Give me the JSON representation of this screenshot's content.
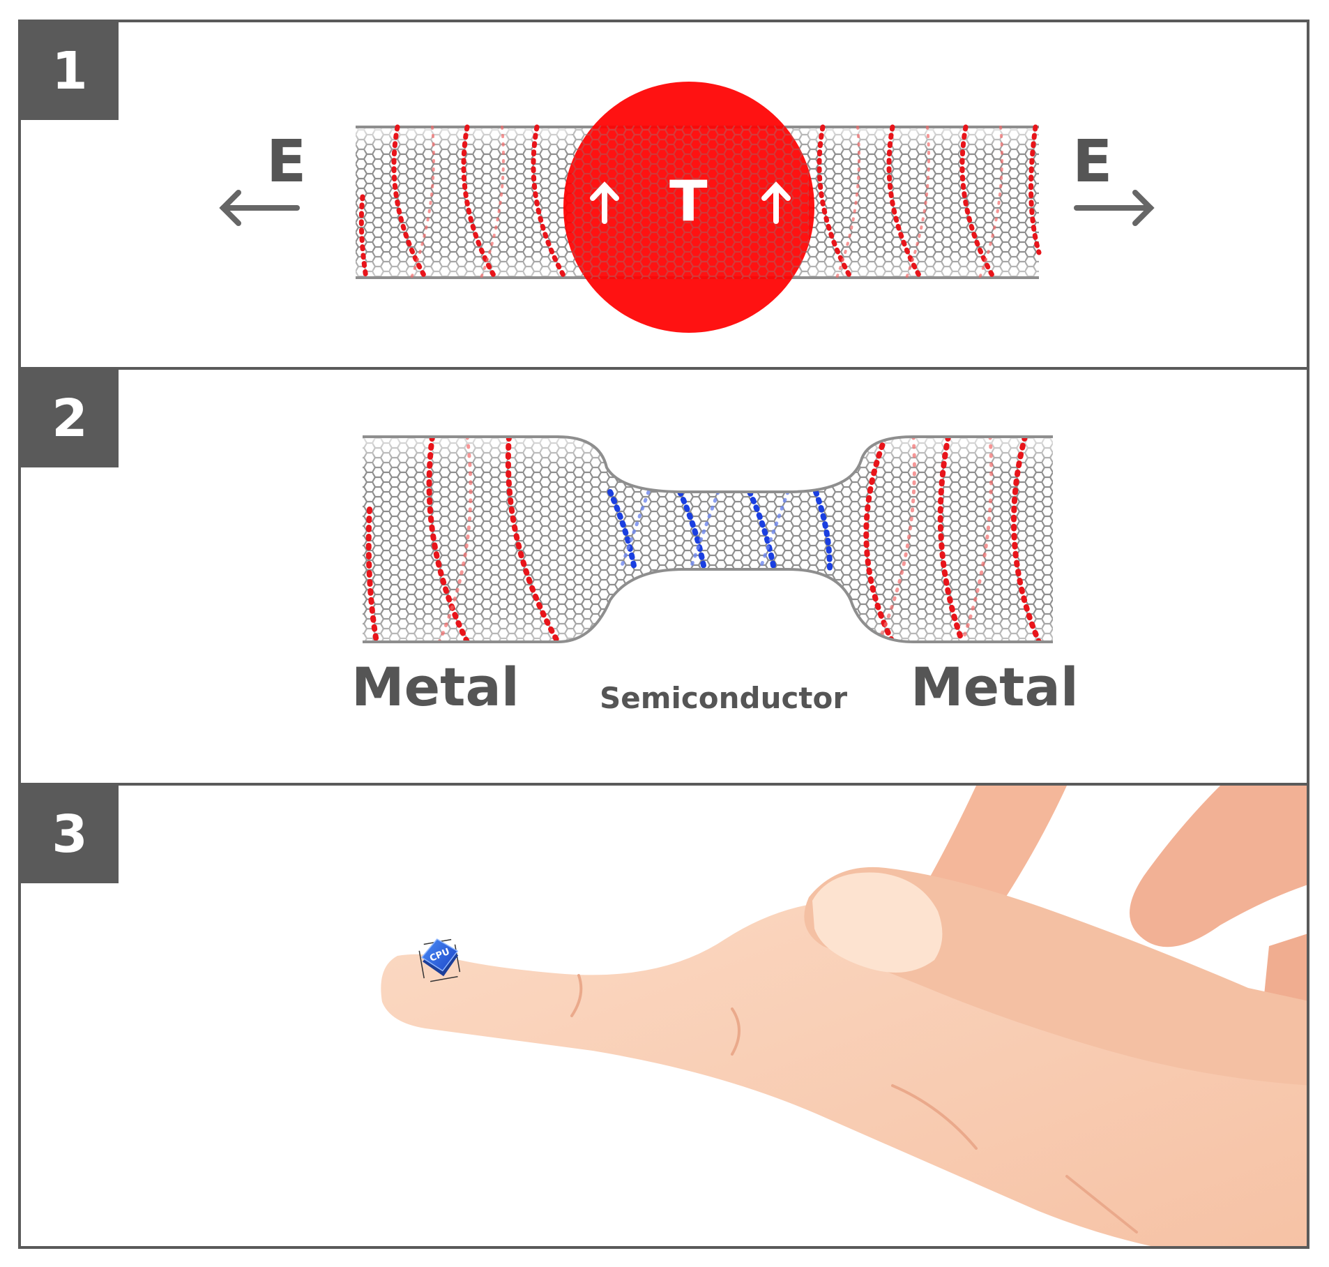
{
  "panels": [
    {
      "number": "1",
      "labels": {
        "field_left": "E",
        "field_right": "E",
        "temperature": "T"
      }
    },
    {
      "number": "2",
      "labels": {
        "left": "Metal",
        "center": "Semiconductor",
        "right": "Metal"
      }
    },
    {
      "number": "3",
      "chip_label": "CPU"
    }
  ],
  "colors": {
    "frame": "#5a5a5a",
    "metal_helix": "#e8141a",
    "semiconductor_helix": "#1a3fe0",
    "heat_spot": "#ff0000",
    "lattice": "#8e8e8e",
    "skin": "#f9cdb2",
    "chip": "#2a5fe0"
  },
  "icons": [
    "arrow-left-icon",
    "arrow-right-icon",
    "arrow-up-icon",
    "cpu-chip-icon",
    "hand-illustration"
  ]
}
